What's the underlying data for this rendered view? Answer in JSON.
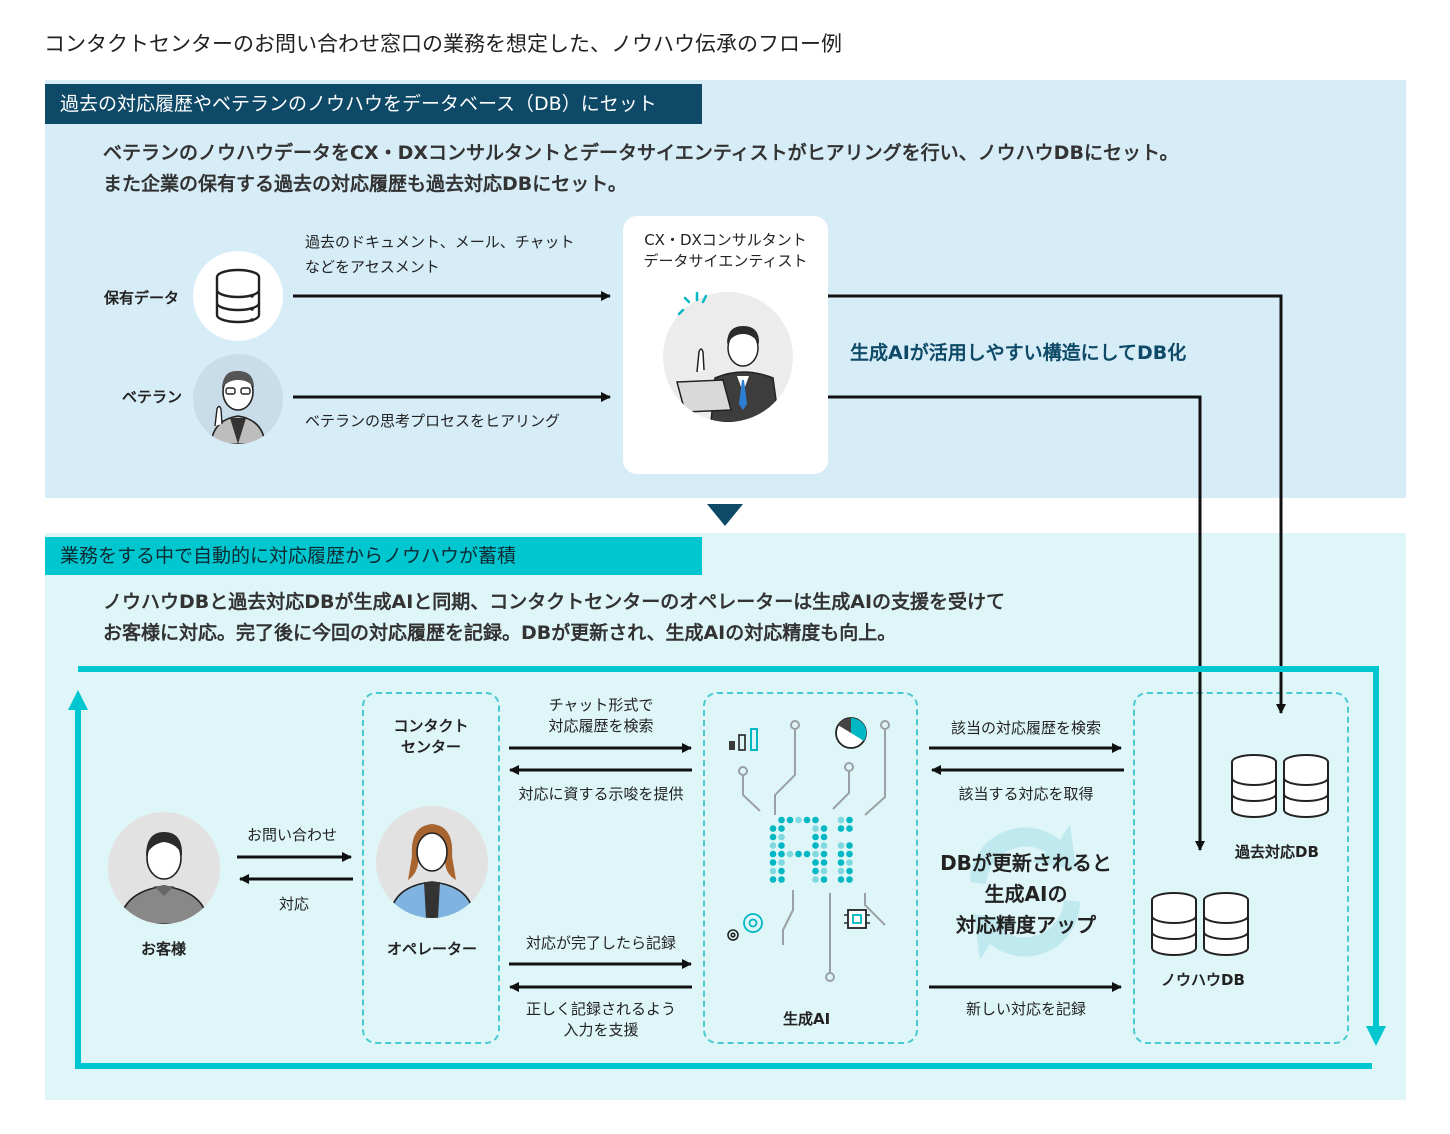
{
  "page": {
    "title": "コンタクトセンターのお問い合わせ窓口の業務を想定した、ノウハウ伝承のフロー例"
  },
  "section1": {
    "header": "過去の対応履歴やベテランのノウハウをデータベース（DB）にセット",
    "desc_line1": "ベテランのノウハウデータをCX・DXコンサルタントとデータサイエンティストがヒアリングを行い、ノウハウDBにセット。",
    "desc_line2": "また企業の保有する過去の対応履歴も過去対応DBにセット。",
    "owned_data_label": "保有データ",
    "veteran_label": "ベテラン",
    "arrow_top_label_1": "過去のドキュメント、メール、チャット",
    "arrow_top_label_2": "などをアセスメント",
    "arrow_bottom_label": "ベテランの思考プロセスをヒアリング",
    "card_title_1": "CX・DXコンサルタント",
    "card_title_2": "データサイエンティスト",
    "structure_label": "生成AIが活用しやすい構造にしてDB化"
  },
  "section2": {
    "header": "業務をする中で自動的に対応履歴からノウハウが蓄積",
    "desc_line1": "ノウハウDBと過去対応DBが生成AIと同期、コンタクトセンターのオペレーターは生成AIの支援を受けて",
    "desc_line2": "お客様に対応。完了後に今回の対応履歴を記録。DBが更新され、生成AIの対応精度も向上。",
    "customer_label": "お客様",
    "inquiry_label": "お問い合わせ",
    "response_label": "対応",
    "contact_center_1": "コンタクト",
    "contact_center_2": "センター",
    "operator_label": "オペレーター",
    "chat_search_1": "チャット形式で",
    "chat_search_2": "対応履歴を検索",
    "suggestion_label": "対応に資する示唆を提供",
    "record_label": "対応が完了したら記録",
    "support_1": "正しく記録されるよう",
    "support_2": "入力を支援",
    "ai_label": "生成AI",
    "search_history_label": "該当の対応履歴を検索",
    "get_response_label": "該当する対応を取得",
    "update_1": "DBが更新されると",
    "update_2": "生成AIの",
    "update_3": "対応精度アップ",
    "new_record_label": "新しい対応を記録",
    "past_db_label": "過去対応DB",
    "knowhow_db_label": "ノウハウDB"
  },
  "colors": {
    "navy": "#0e4a67",
    "teal": "#00c6cf",
    "light_blue": "#d6ecf7",
    "light_teal": "#dff6f8"
  }
}
